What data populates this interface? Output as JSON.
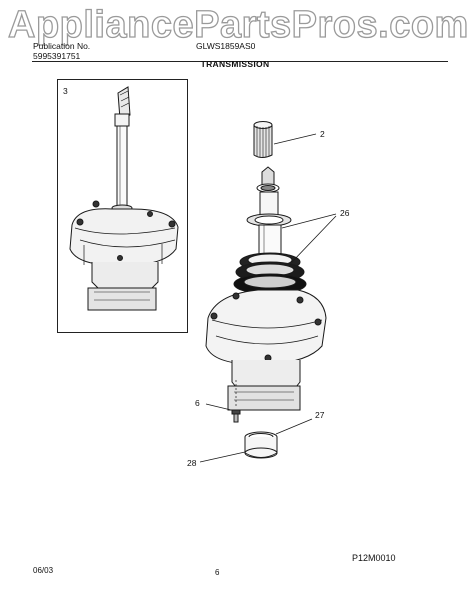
{
  "watermark": "AppliancePartsPros.com",
  "header": {
    "publication_label": "Publication No.",
    "publication_number": "5995391751",
    "model": "GLWS1859AS0"
  },
  "title": "TRANSMISSION",
  "callouts": {
    "c3": "3",
    "c2": "2",
    "c26": "26",
    "c6": "6",
    "c27": "27",
    "c28": "28"
  },
  "footer": {
    "date": "06/03",
    "page": "6",
    "figure_code": "P12M0010"
  }
}
